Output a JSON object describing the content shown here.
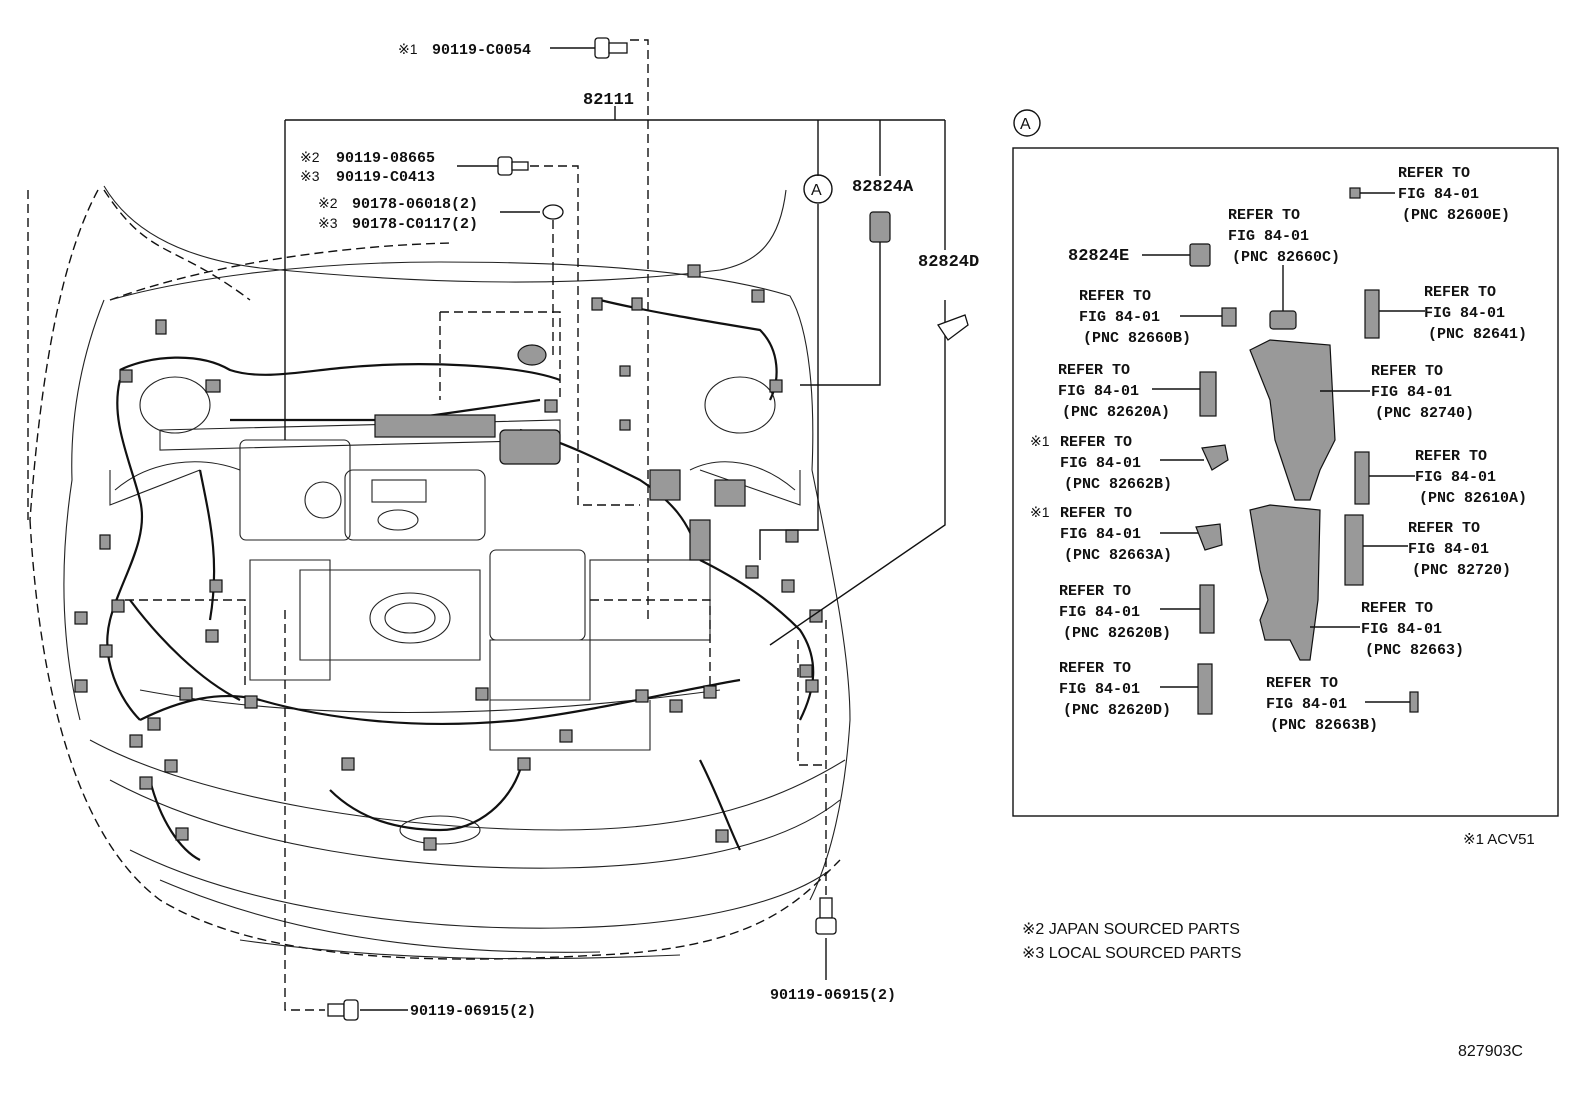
{
  "diagram_code": "827903C",
  "main": {
    "part_main": "82111",
    "bolt_top": {
      "mark": "※1",
      "part": "90119-C0054"
    },
    "bolt_a": {
      "mark": "※2",
      "part": "90119-08665"
    },
    "bolt_a_alt": {
      "mark": "※3",
      "part": "90119-C0413"
    },
    "clip": {
      "mark": "※2",
      "part": "90178-06018(2)"
    },
    "clip_alt": {
      "mark": "※3",
      "part": "90178-C0117(2)"
    },
    "part_82824a": "82824A",
    "part_82824d": "82824D",
    "callout_a": "A",
    "bolt_bottom_left": "90119-06915(2)",
    "bolt_bottom_right": "90119-06915(2)"
  },
  "detail_a": {
    "label": "A",
    "part_82824e": "82824E",
    "items": [
      {
        "mark": "",
        "l1": "REFER TO",
        "l2": "FIG 84-01",
        "l3": "(PNC 82600E)"
      },
      {
        "mark": "",
        "l1": "REFER TO",
        "l2": "FIG 84-01",
        "l3": "(PNC 82660C)"
      },
      {
        "mark": "",
        "l1": "REFER TO",
        "l2": "FIG 84-01",
        "l3": "(PNC 82660B)"
      },
      {
        "mark": "",
        "l1": "REFER TO",
        "l2": "FIG 84-01",
        "l3": "(PNC 82641)"
      },
      {
        "mark": "",
        "l1": "REFER TO",
        "l2": "FIG 84-01",
        "l3": "(PNC 82620A)"
      },
      {
        "mark": "",
        "l1": "REFER TO",
        "l2": "FIG 84-01",
        "l3": "(PNC 82740)"
      },
      {
        "mark": "※1",
        "l1": "REFER TO",
        "l2": "FIG 84-01",
        "l3": "(PNC 82662B)"
      },
      {
        "mark": "",
        "l1": "REFER TO",
        "l2": "FIG 84-01",
        "l3": "(PNC 82610A)"
      },
      {
        "mark": "※1",
        "l1": "REFER TO",
        "l2": "FIG 84-01",
        "l3": "(PNC 82663A)"
      },
      {
        "mark": "",
        "l1": "REFER TO",
        "l2": "FIG 84-01",
        "l3": "(PNC 82720)"
      },
      {
        "mark": "",
        "l1": "REFER TO",
        "l2": "FIG 84-01",
        "l3": "(PNC 82620B)"
      },
      {
        "mark": "",
        "l1": "REFER TO",
        "l2": "FIG 84-01",
        "l3": "(PNC 82663)"
      },
      {
        "mark": "",
        "l1": "REFER TO",
        "l2": "FIG 84-01",
        "l3": "(PNC 82620D)"
      },
      {
        "mark": "",
        "l1": "REFER TO",
        "l2": "FIG 84-01",
        "l3": "(PNC 82663B)"
      }
    ]
  },
  "notes": {
    "n1": "※1 ACV51",
    "n2": "※2 JAPAN SOURCED PARTS",
    "n3": "※3 LOCAL SOURCED PARTS"
  }
}
